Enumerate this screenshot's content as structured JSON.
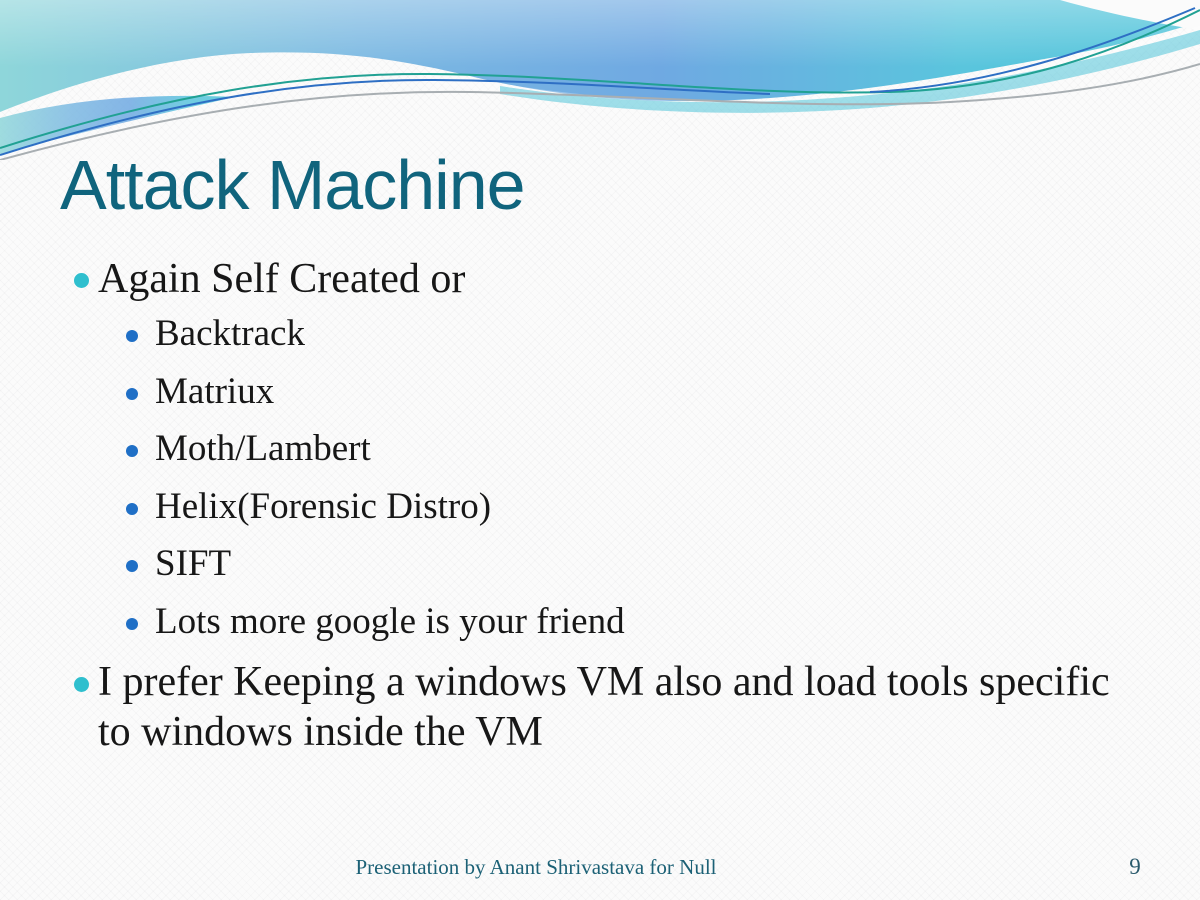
{
  "slide": {
    "title": "Attack Machine",
    "bullets": [
      {
        "level": 1,
        "text": "Again Self Created or"
      },
      {
        "level": 2,
        "text": "Backtrack"
      },
      {
        "level": 2,
        "text": "Matriux"
      },
      {
        "level": 2,
        "text": "Moth/Lambert"
      },
      {
        "level": 2,
        "text": "Helix(Forensic Distro)"
      },
      {
        "level": 2,
        "text": "SIFT"
      },
      {
        "level": 2,
        "text": "Lots more google is your friend"
      },
      {
        "level": 1,
        "text": "I prefer Keeping a windows VM also and load tools specific to windows inside the VM"
      }
    ],
    "footer": "Presentation by Anant Shrivastava for Null",
    "page_number": "9",
    "theme": {
      "title_color": "#10647d",
      "level1_bullet_color": "#2fbfce",
      "level2_bullet_color": "#1f6fc6",
      "footer_color": "#1c6176",
      "wave_colors": [
        "#8ed6da",
        "#6fa9e2",
        "#4cc3d9"
      ]
    }
  }
}
